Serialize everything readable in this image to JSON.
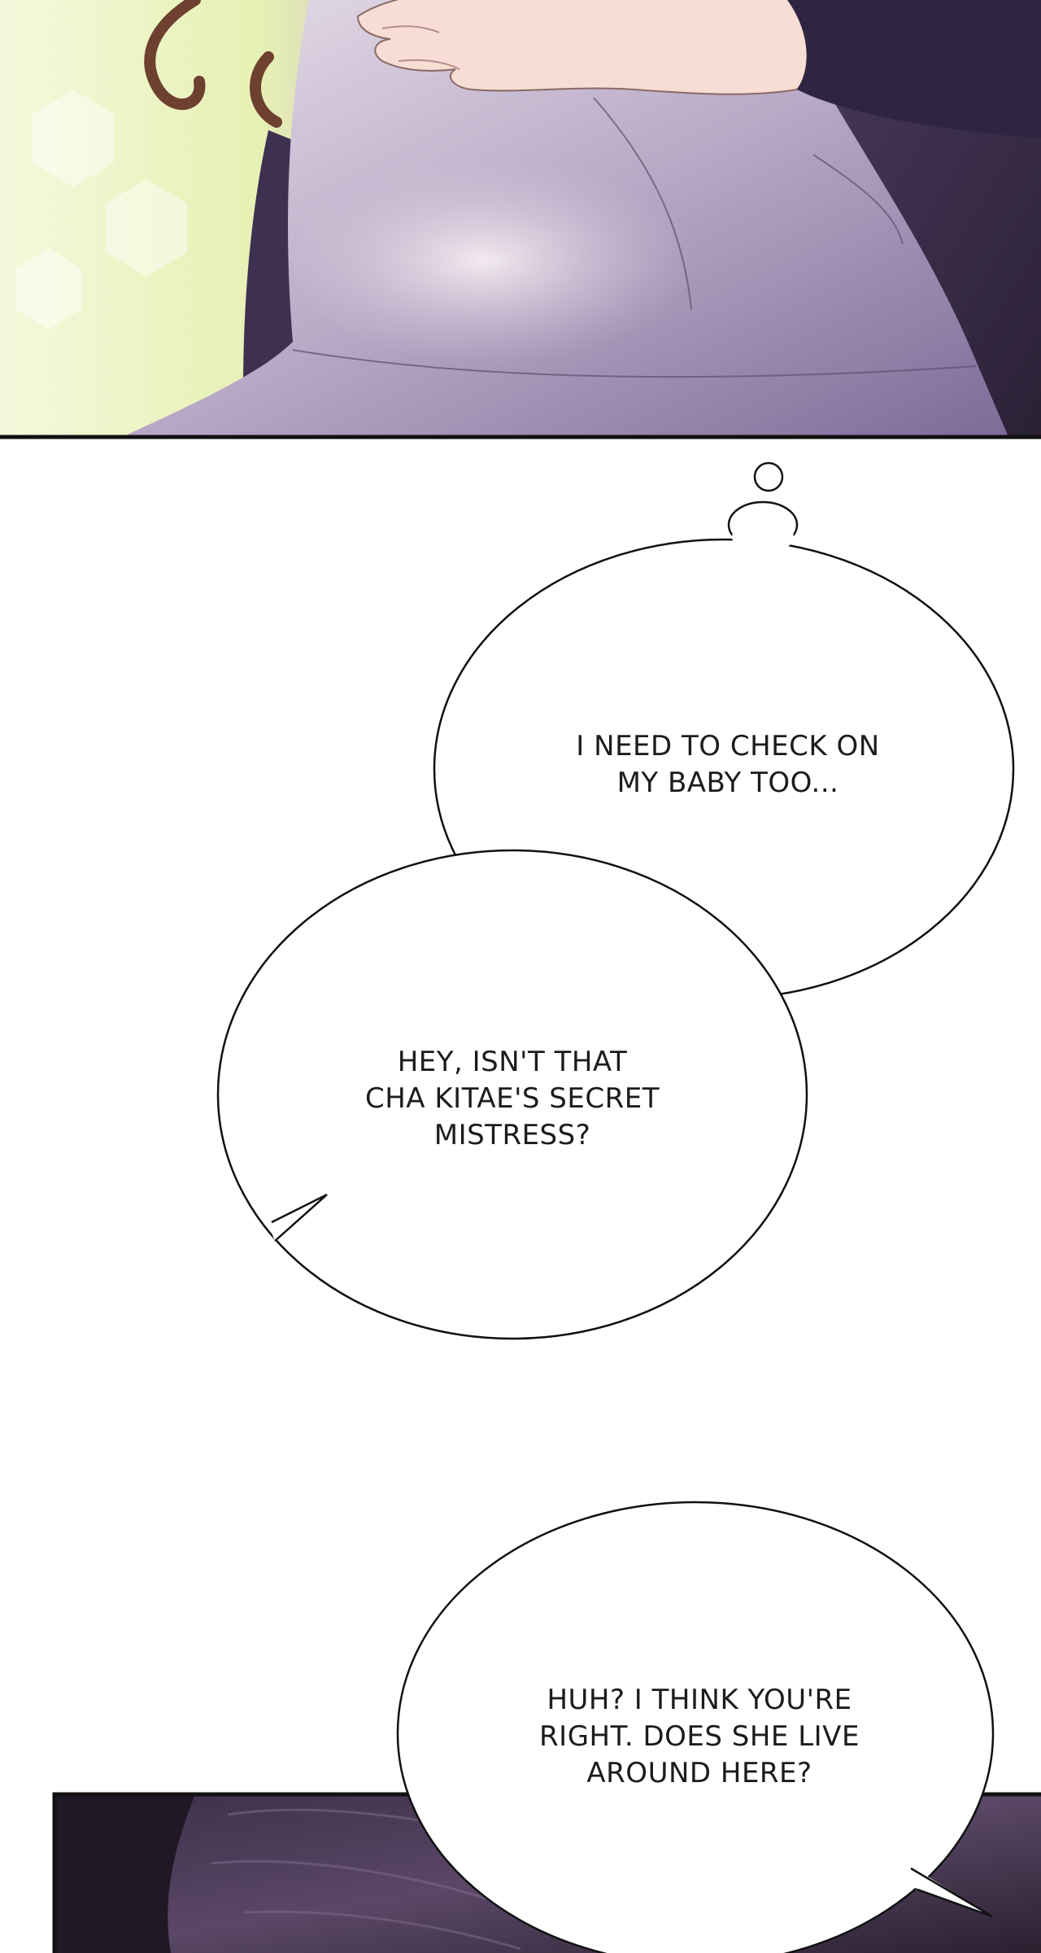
{
  "bubbles": [
    {
      "id": "thought",
      "lines": [
        "I NEED TO CHECK ON",
        "MY BABY TOO..."
      ]
    },
    {
      "id": "speech-1",
      "lines": [
        "HEY, ISN'T THAT",
        "CHA KITAE'S SECRET",
        "MISTRESS?"
      ]
    },
    {
      "id": "speech-2",
      "lines": [
        "HUH? I THINK YOU'RE",
        "RIGHT. DOES SHE LIVE",
        "AROUND HERE?"
      ]
    }
  ],
  "colors": {
    "panel_purple": "#6f5f8a",
    "panel_dark": "#2e2438",
    "panel_light_green": "#eef5c8",
    "skin": "#f6dcd2",
    "hair": "#7a4a35",
    "outline": "#111111"
  }
}
